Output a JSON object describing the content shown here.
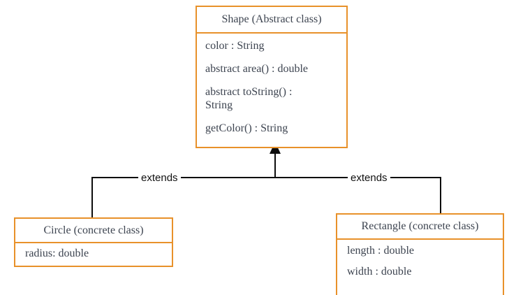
{
  "diagram": {
    "title": "Shape class hierarchy UML diagram",
    "colors": {
      "box_border": "#e8912a",
      "text": "#3d4450",
      "connector": "#0d0d0d",
      "background": "#ffffff"
    }
  },
  "classes": {
    "shape": {
      "name": "Shape (Abstract class)",
      "members": [
        "color : String",
        "abstract area() : double",
        "abstract toString() :\nString",
        "getColor() : String"
      ]
    },
    "circle": {
      "name": "Circle (concrete class)",
      "members": [
        "radius: double"
      ]
    },
    "rectangle": {
      "name": "Rectangle (concrete class)",
      "members": [
        "length : double",
        "width : double"
      ]
    }
  },
  "relationships": [
    {
      "label": "extends",
      "from": "circle",
      "to": "shape"
    },
    {
      "label": "extends",
      "from": "rectangle",
      "to": "shape"
    }
  ]
}
